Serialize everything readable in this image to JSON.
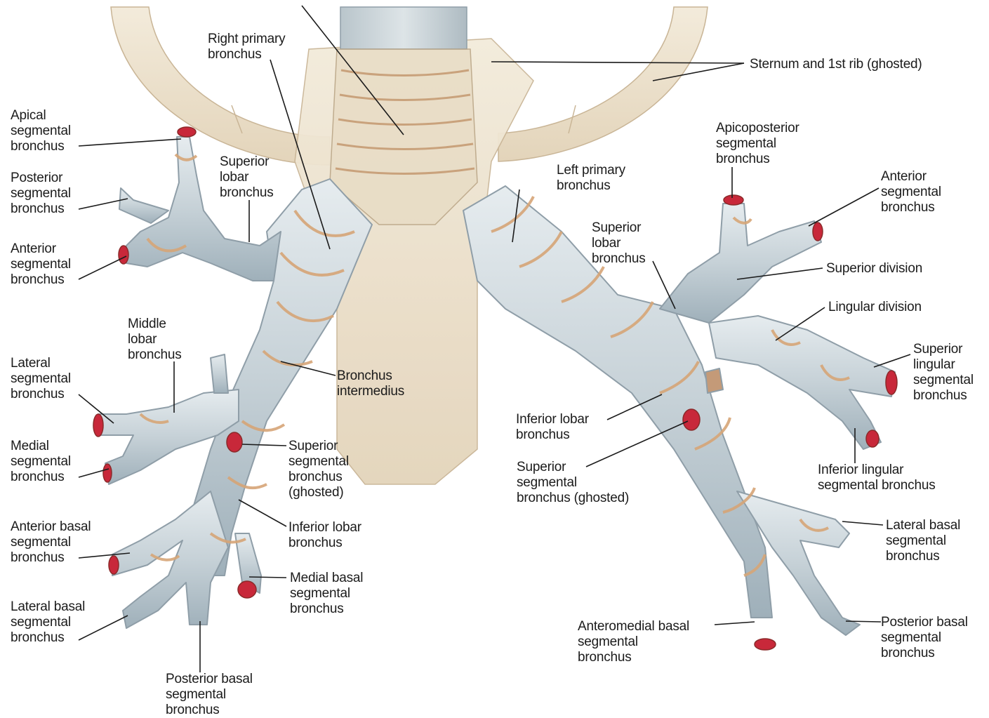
{
  "labels": {
    "right_primary_bronchus": "Right primary\nbronchus",
    "sternum_1st_rib": "Sternum and 1st rib (ghosted)",
    "r_apical_segmental": "Apical\nsegmental\nbronchus",
    "r_posterior_segmental": "Posterior\nsegmental\nbronchus",
    "r_anterior_segmental": "Anterior\nsegmental\nbronchus",
    "r_superior_lobar": "Superior\nlobar\nbronchus",
    "middle_lobar": "Middle\nlobar\nbronchus",
    "r_lateral_segmental": "Lateral\nsegmental\nbronchus",
    "bronchus_intermedius": "Bronchus\nintermedius",
    "r_medial_segmental": "Medial\nsegmental\nbronchus",
    "r_superior_segmental_ghosted": "Superior\nsegmental\nbronchus\n(ghosted)",
    "r_anterior_basal": "Anterior basal\nsegmental\nbronchus",
    "r_inferior_lobar": "Inferior lobar\nbronchus",
    "r_medial_basal": "Medial basal\nsegmental\nbronchus",
    "r_lateral_basal": "Lateral basal\nsegmental\nbronchus",
    "r_posterior_basal": "Posterior basal\nsegmental\nbronchus",
    "l_apicoposterior": "Apicoposterior\nsegmental\nbronchus",
    "left_primary_bronchus": "Left primary\nbronchus",
    "l_anterior_segmental": "Anterior\nsegmental\nbronchus",
    "l_superior_lobar": "Superior\nlobar\nbronchus",
    "superior_division": "Superior division",
    "lingular_division": "Lingular division",
    "superior_lingular": "Superior\nlingular\nsegmental\nbronchus",
    "l_inferior_lobar": "Inferior lobar\nbronchus",
    "l_superior_segmental_ghosted": "Superior\nsegmental\nbronchus (ghosted)",
    "inferior_lingular": "Inferior lingular\nsegmental bronchus",
    "l_lateral_basal": "Lateral basal\nsegmental\nbronchus",
    "l_anteromedial_basal": "Anteromedial basal\nsegmental\nbronchus",
    "l_posterior_basal": "Posterior basal\nsegmental\nbronchus"
  },
  "colors": {
    "bone": "#eee3cf",
    "bone_edge": "#c9b596",
    "cartilage": "#c9d3d8",
    "cartilage_edge": "#8f9ea8",
    "membrane": "#d6a577",
    "lumen": "#c8283a",
    "leader": "#1b1b1b"
  }
}
